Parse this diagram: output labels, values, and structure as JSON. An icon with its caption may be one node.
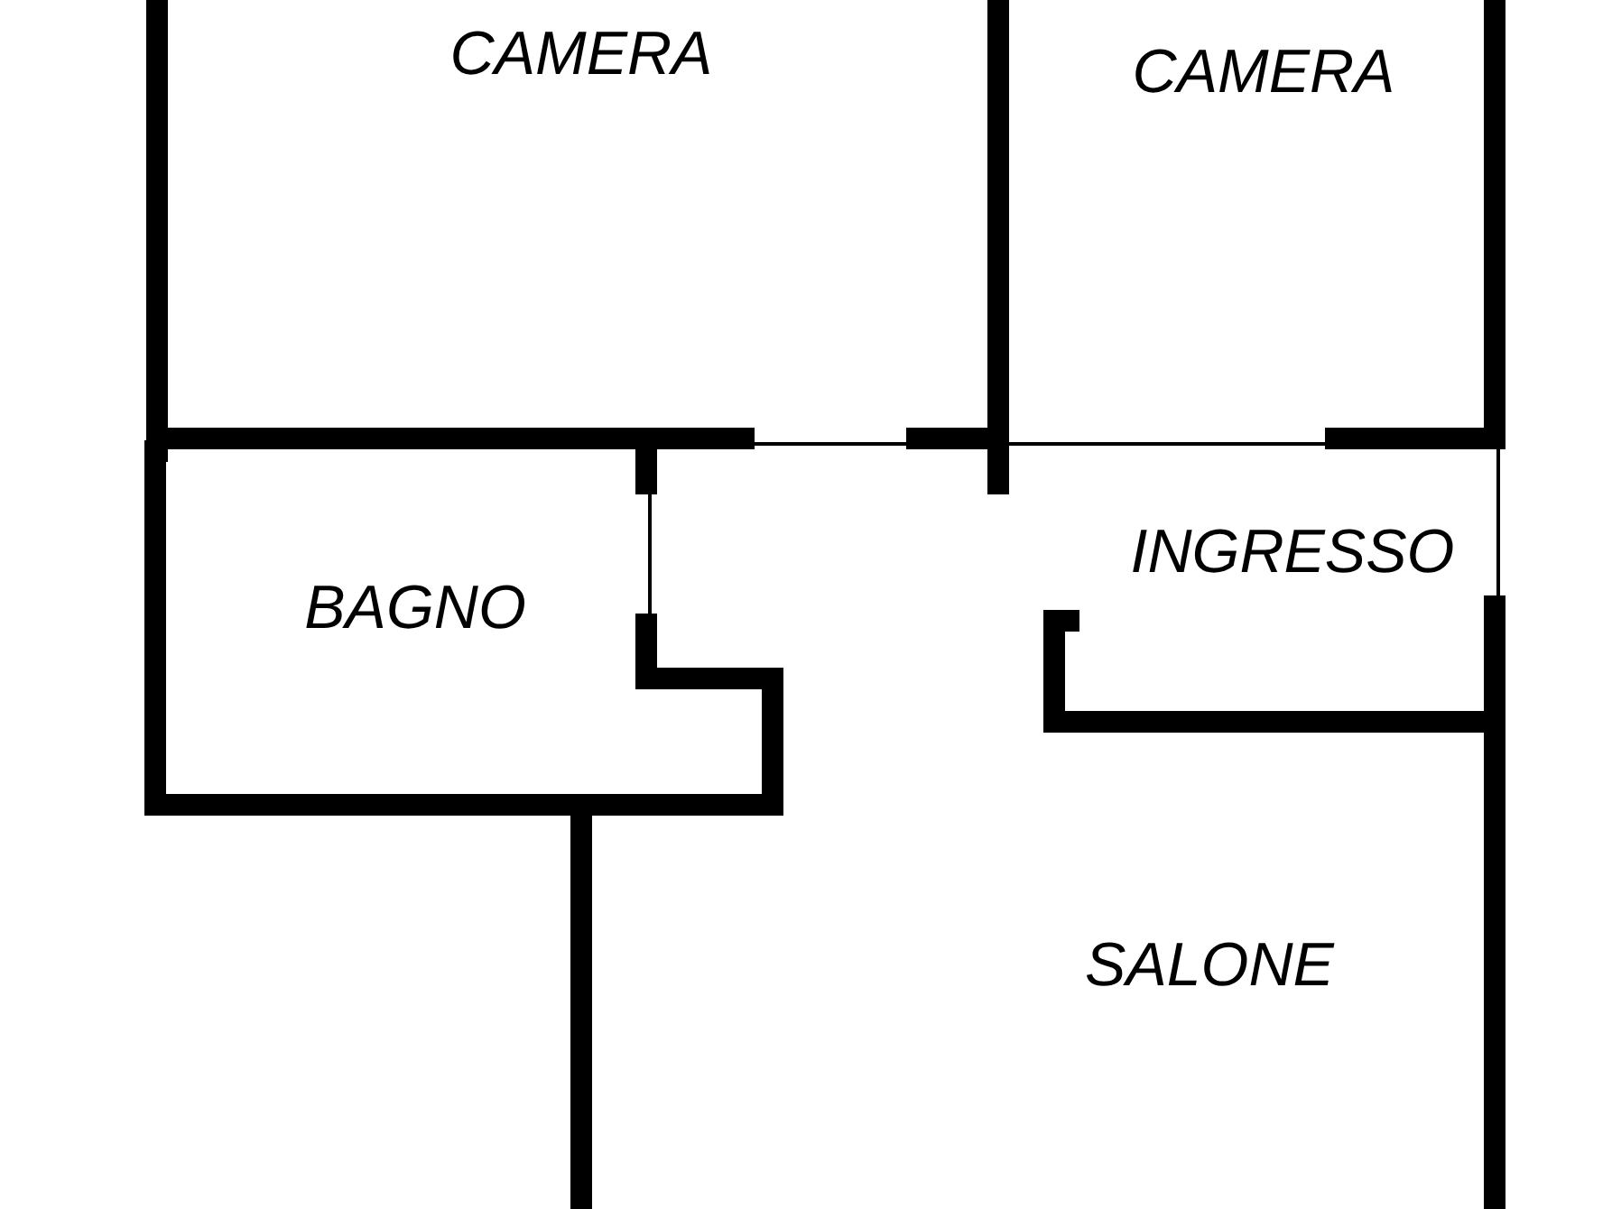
{
  "diagram": {
    "labels": [
      "CAMERA",
      "CAMERA",
      "INGRESSO",
      "BAGNO",
      "SALONE"
    ]
  }
}
